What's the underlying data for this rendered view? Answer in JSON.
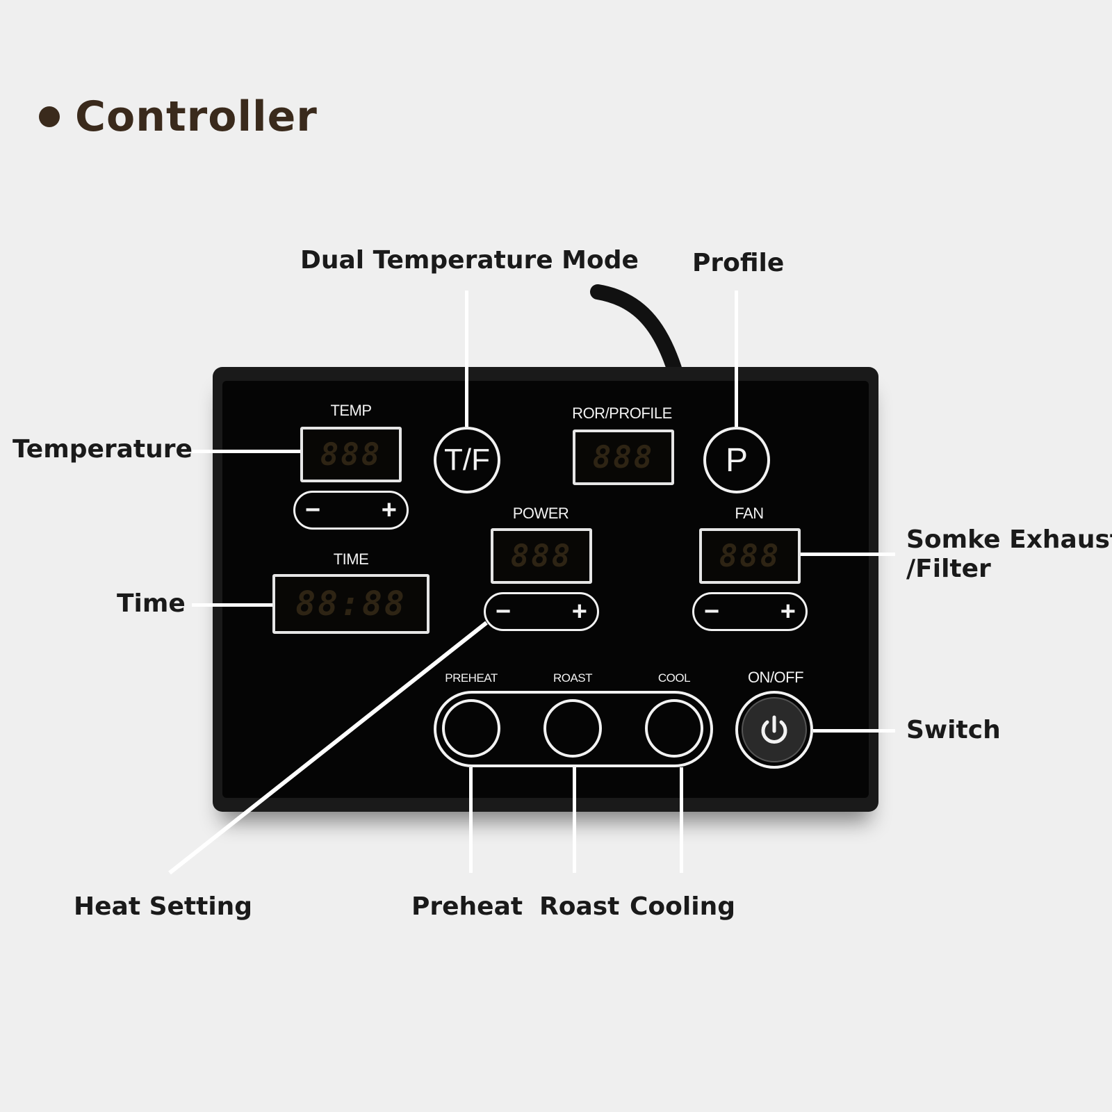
{
  "heading": {
    "text": "Controller"
  },
  "callouts": {
    "dual_temp_mode": "Dual Temperature Mode",
    "profile": "Profile",
    "temperature": "Temperature",
    "time": "Time",
    "smoke_exhaust_line1": "Somke Exhaust",
    "smoke_exhaust_line2": "/Filter",
    "switch": "Switch",
    "heat_setting": "Heat Setting",
    "preheat": "Preheat",
    "roast": "Roast",
    "cooling": "Cooling"
  },
  "panel": {
    "temp_label": "TEMP",
    "ror_label": "ROR/PROFILE",
    "power_label": "POWER",
    "fan_label": "FAN",
    "time_label": "TIME",
    "preheat_label": "PREHEAT",
    "roast_label": "ROAST",
    "cool_label": "COOL",
    "onoff_label": "ON/OFF",
    "tf_button": "T/F",
    "p_button": "P",
    "minus": "−",
    "plus": "+",
    "temp_display": "888",
    "ror_display": "888",
    "power_display": "888",
    "fan_display": "888",
    "time_display": "88:88"
  },
  "icons": {
    "power": "power-icon"
  },
  "colors": {
    "heading": "#3a2a1c",
    "background": "#efefef",
    "panel": "#050505",
    "segment_off": "#2e2414"
  }
}
